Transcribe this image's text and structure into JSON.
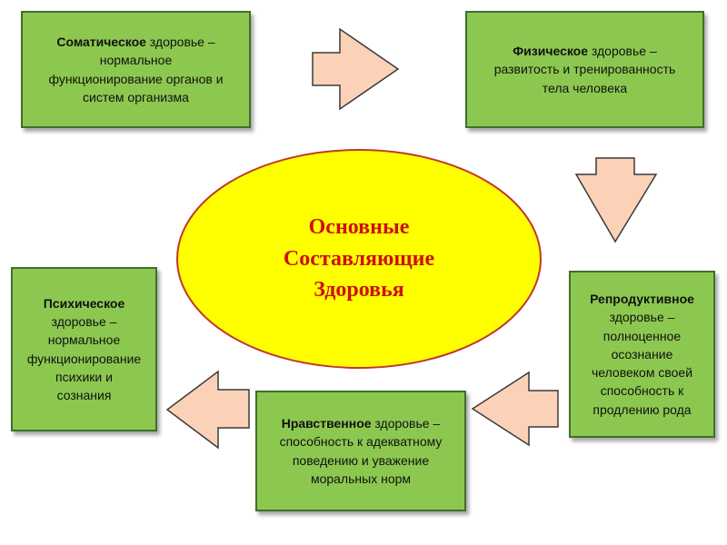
{
  "diagram": {
    "center": {
      "lines": [
        "Основные",
        "Составляющие",
        "Здоровья"
      ]
    },
    "boxes": {
      "somatic": {
        "term": "Соматическое",
        "rest": " здоровье –",
        "lines": [
          "нормальное",
          "функционирование органов и",
          "систем организма"
        ]
      },
      "physical": {
        "term": "Физическое",
        "rest": " здоровье –",
        "lines": [
          "развитость и тренированность",
          "тела человека"
        ]
      },
      "reproductive": {
        "term": "Репродуктивное",
        "rest": "",
        "lines": [
          "здоровье –",
          "полноценное",
          "осознание",
          "человеком своей",
          "способность к",
          "продлению рода"
        ]
      },
      "moral": {
        "term": "Нравственное",
        "rest": " здоровье –",
        "lines": [
          "способность к адекватному",
          "поведению и уважение",
          "моральных норм"
        ]
      },
      "mental": {
        "term": "Психическое",
        "rest": "",
        "lines": [
          "здоровье –",
          "нормальное",
          "функционирование",
          "психики и",
          "сознания"
        ]
      }
    },
    "colors": {
      "box_fill": "#8cc850",
      "box_border": "#3f6f2a",
      "ellipse_fill": "#ffff00",
      "ellipse_border": "#c0392b",
      "title_color": "#cc1111",
      "arrow_fill": "#fbd2b8",
      "arrow_border": "#3a3a3a"
    }
  }
}
